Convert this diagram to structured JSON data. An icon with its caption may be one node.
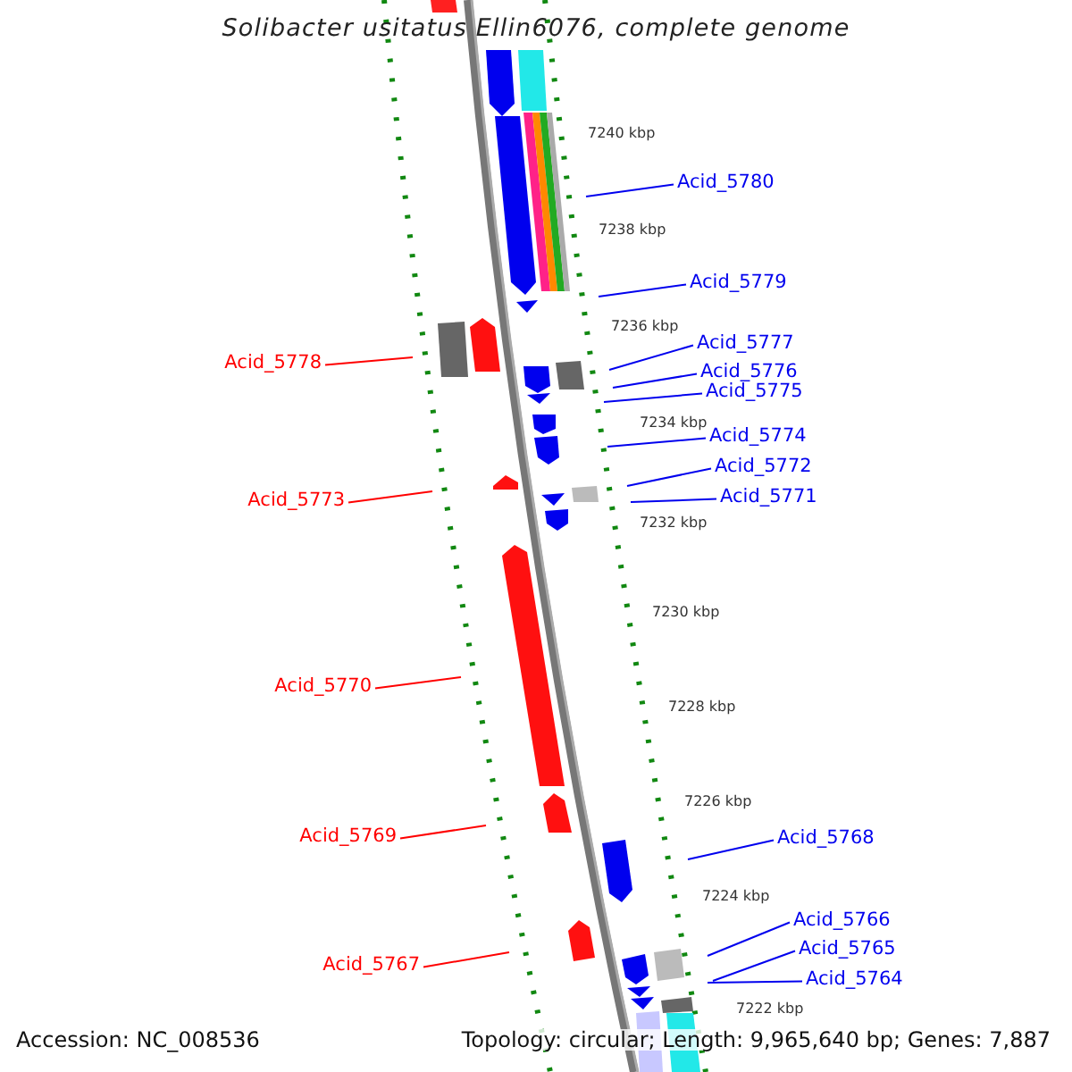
{
  "diagram": {
    "title": "Solibacter usitatus Ellin6076, complete genome",
    "nodes": [
      {
        "text": [
          "Acid_5780"
        ]
      },
      {
        "text": [
          "Acid_5779"
        ]
      },
      {
        "text": [
          "Acid_5777"
        ]
      },
      {
        "text": [
          "Acid_5778"
        ]
      },
      {
        "text": [
          "Acid_5776"
        ]
      },
      {
        "text": [
          "Acid_5775"
        ]
      },
      {
        "text": [
          "Acid_5774"
        ]
      },
      {
        "text": [
          "Acid_5772"
        ]
      },
      {
        "text": [
          "Acid_5771"
        ]
      },
      {
        "text": [
          "Acid_5773"
        ]
      },
      {
        "text": [
          "Acid_5770"
        ]
      },
      {
        "text": [
          "Acid_5769"
        ]
      },
      {
        "text": [
          "Acid_5768"
        ]
      },
      {
        "text": [
          "Acid_5766"
        ]
      },
      {
        "text": [
          "Acid_5765"
        ]
      },
      {
        "text": [
          "Acid_5767"
        ]
      },
      {
        "text": [
          "Acid_5764"
        ]
      }
    ],
    "edges": [
      {
        "from": 0,
        "to": null,
        "arrow": "none"
      },
      {
        "from": 1,
        "to": null,
        "arrow": "none"
      },
      {
        "from": 2,
        "to": null,
        "arrow": "none"
      },
      {
        "from": 3,
        "to": null,
        "arrow": "none",
        "color": "#ff0000"
      },
      {
        "from": 4,
        "to": null,
        "arrow": "none"
      },
      {
        "from": 5,
        "to": null,
        "arrow": "none"
      },
      {
        "from": 6,
        "to": null,
        "arrow": "none"
      },
      {
        "from": 7,
        "to": null,
        "arrow": "none"
      },
      {
        "from": 8,
        "to": null,
        "arrow": "none"
      },
      {
        "from": 9,
        "to": null,
        "arrow": "none",
        "color": "#ff0000"
      },
      {
        "from": 10,
        "to": null,
        "arrow": "none",
        "color": "#ff0000"
      },
      {
        "from": 11,
        "to": null,
        "arrow": "none",
        "color": "#ff0000"
      },
      {
        "from": 12,
        "to": null,
        "arrow": "none"
      },
      {
        "from": 13,
        "to": null,
        "arrow": "none"
      },
      {
        "from": 14,
        "to": null,
        "arrow": "none"
      },
      {
        "from": 15,
        "to": null,
        "arrow": "none",
        "color": "#ff0000"
      },
      {
        "from": 16,
        "to": null,
        "arrow": "none"
      }
    ],
    "labels": [
      "7240 kbp",
      "7238 kbp",
      "7236 kbp",
      "7234 kbp",
      "7232 kbp",
      "7230 kbp",
      "7228 kbp",
      "7226 kbp",
      "7224 kbp",
      "7222 kbp",
      "Accession: NC_008536",
      "Topology: circular; Length: 9,965,640 bp; Genes: 7,887"
    ]
  }
}
